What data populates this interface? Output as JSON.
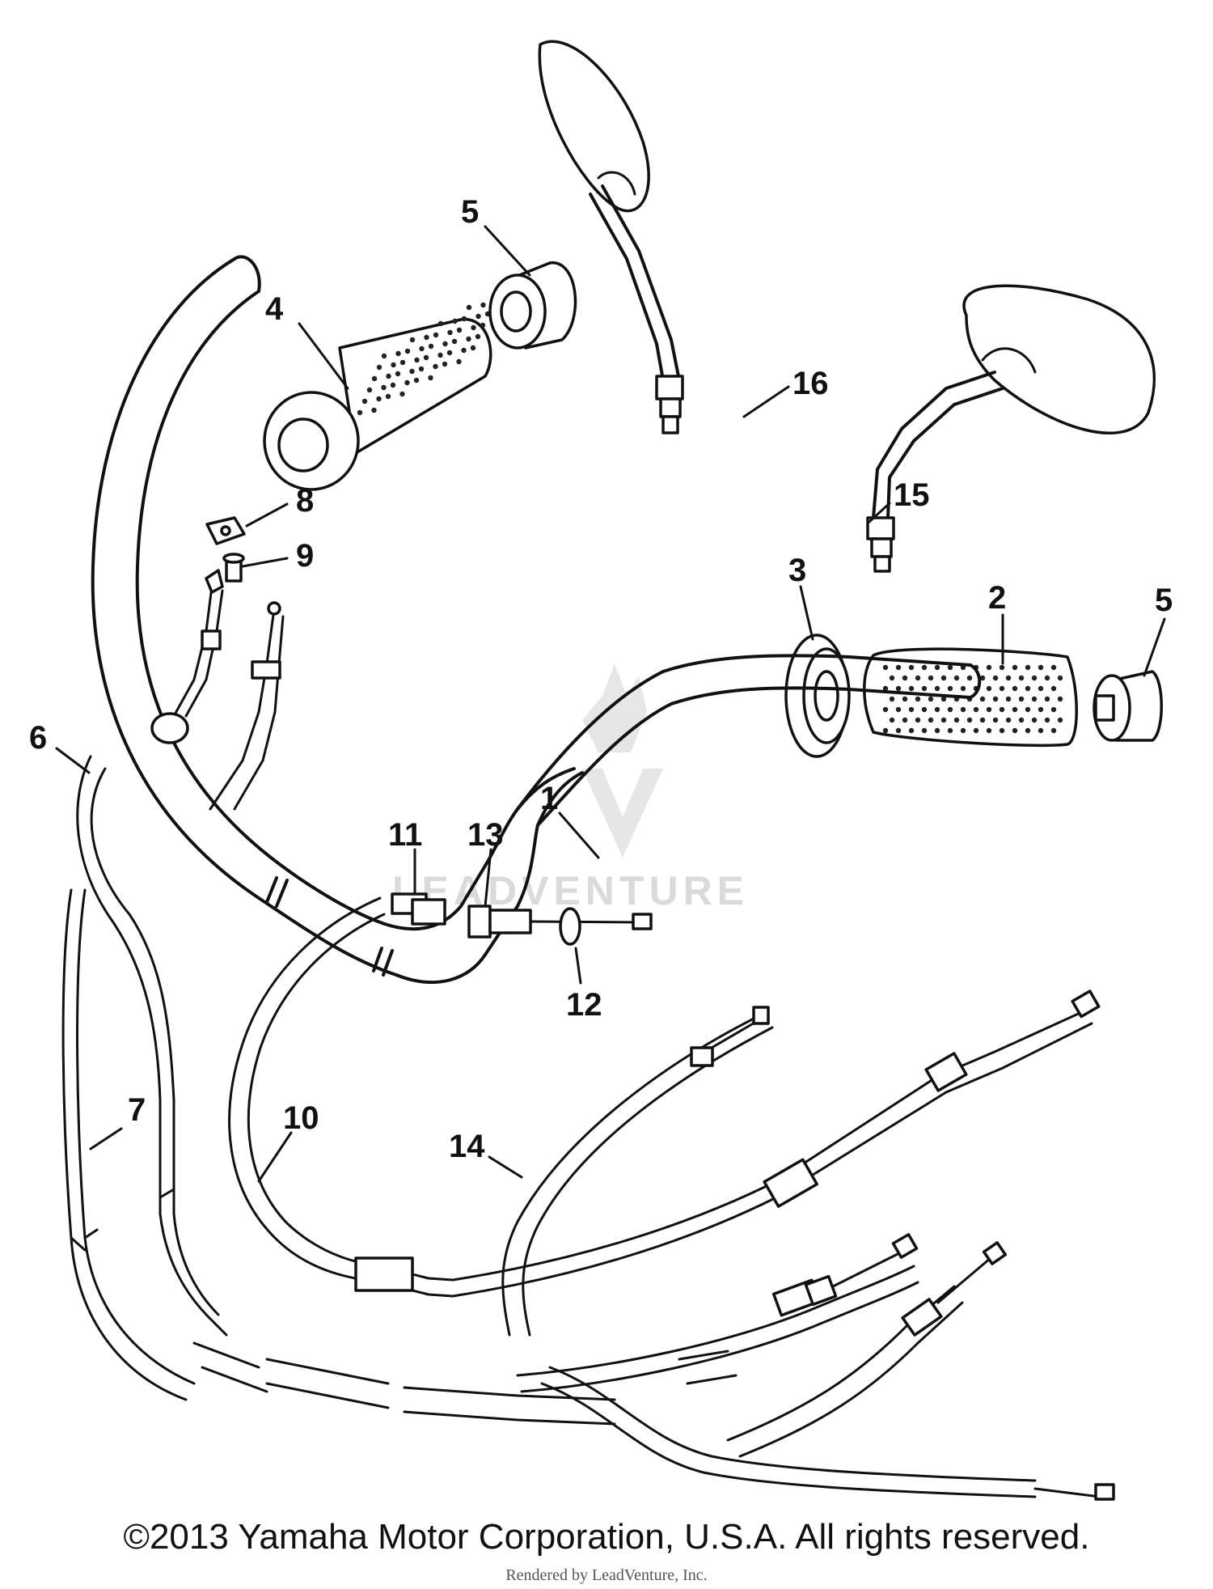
{
  "callouts": [
    {
      "id": "c1",
      "label": "1"
    },
    {
      "id": "c2",
      "label": "2"
    },
    {
      "id": "c3",
      "label": "3"
    },
    {
      "id": "c4",
      "label": "4"
    },
    {
      "id": "c5a",
      "label": "5"
    },
    {
      "id": "c5b",
      "label": "5"
    },
    {
      "id": "c6",
      "label": "6"
    },
    {
      "id": "c7",
      "label": "7"
    },
    {
      "id": "c8",
      "label": "8"
    },
    {
      "id": "c9",
      "label": "9"
    },
    {
      "id": "c10",
      "label": "10"
    },
    {
      "id": "c11",
      "label": "11"
    },
    {
      "id": "c12",
      "label": "12"
    },
    {
      "id": "c13",
      "label": "13"
    },
    {
      "id": "c14",
      "label": "14"
    },
    {
      "id": "c15",
      "label": "15"
    },
    {
      "id": "c16",
      "label": "16"
    }
  ],
  "watermark": "LEADVENTURE",
  "footer": {
    "copyright": "©2013 Yamaha Motor Corporation, U.S.A. All rights reserved.",
    "rendered_by": "Rendered by LeadVenture, Inc."
  }
}
